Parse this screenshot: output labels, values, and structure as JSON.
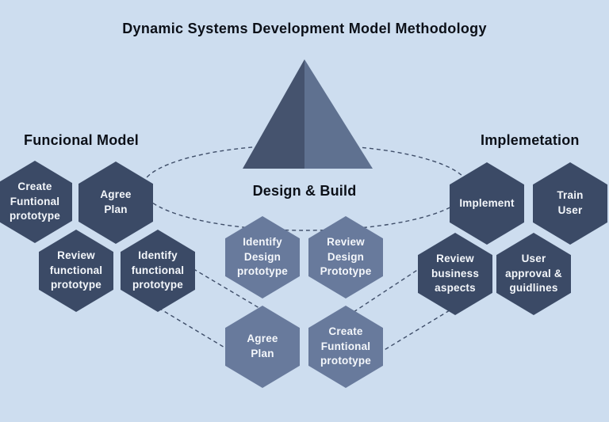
{
  "title": "Dynamic Systems Development Model Methodology",
  "colors": {
    "bg": "#cdddef",
    "hex-dark": "#3b4a66",
    "hex-slate": "#687a9c",
    "pyramid-left": "#45536e",
    "pyramid-right": "#5f7190",
    "dash": "#3f4e69",
    "heading": "#0c1018",
    "hex-text": "#f4f7fb"
  },
  "sections": {
    "functional_model": {
      "heading": "Funcional Model",
      "hexagons": [
        {
          "label": "Create\nFuntional\nprototype"
        },
        {
          "label": "Agree\nPlan"
        },
        {
          "label": "Review\nfunctional\nprototype"
        },
        {
          "label": "Identify\nfunctional\nprototype"
        }
      ]
    },
    "design_build": {
      "heading": "Design & Build",
      "hexagons": [
        {
          "label": "Identify\nDesign\nprototype"
        },
        {
          "label": "Review\nDesign\nPrototype"
        },
        {
          "label": "Agree\nPlan"
        },
        {
          "label": "Create\nFuntional\nprototype"
        }
      ]
    },
    "implementation": {
      "heading": "Implemetation",
      "hexagons": [
        {
          "label": "Implement"
        },
        {
          "label": "Train\nUser"
        },
        {
          "label": "Review\nbusiness\naspects"
        },
        {
          "label": "User\napproval &\nguidlines"
        }
      ]
    }
  }
}
